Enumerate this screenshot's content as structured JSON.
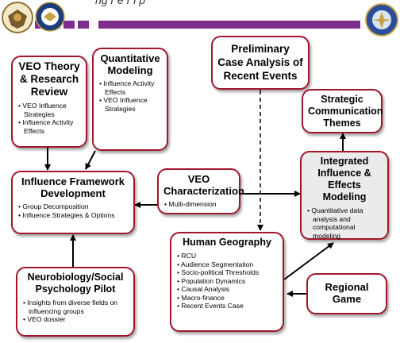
{
  "header": {
    "title_fragment": "ng r  e  r  i  p"
  },
  "seals": {
    "left_seal_label": "seal",
    "dod_seal_label": "DEPARTMENT OF DEFENSE",
    "right_seal_label": "STRATEGIC COMMAND"
  },
  "boxes": {
    "veo_theory": {
      "title": "VEO Theory & Research Review",
      "items": [
        "VEO Influence Strategies",
        "Influence Activity Effects"
      ]
    },
    "quant_modeling": {
      "title": "Quantitative Modeling",
      "items": [
        "Influence Activity Effects",
        "VEO Influence Strategies"
      ]
    },
    "preliminary_case": {
      "title": "Preliminary Case Analysis of Recent Events"
    },
    "strategic_comm": {
      "title": "Strategic Communication Themes"
    },
    "influence_framework": {
      "title": "Influence Framework Development",
      "items": [
        "Group Decomposition",
        "Influence Strategies & Options"
      ]
    },
    "veo_characterization": {
      "title": "VEO Characterization",
      "items": [
        "Multi-dimension"
      ]
    },
    "integrated": {
      "title": "Integrated Influence & Effects Modeling",
      "items": [
        "Quantitative data analysis and computational modeling"
      ]
    },
    "neurobiology": {
      "title": "Neurobiology/Social Psychology Pilot",
      "items": [
        "Insights from diverse fields on influencing groups",
        "VEO dossier"
      ]
    },
    "human_geography": {
      "title": "Human Geography",
      "items": [
        "RCU",
        "Audience Segmentation",
        "Socio-political Thresholds",
        "Population Dynamics",
        "Causal Analysis",
        "Macro-finance",
        "Recent Events Case"
      ]
    },
    "regional_game": {
      "title": "Regional Game"
    }
  }
}
